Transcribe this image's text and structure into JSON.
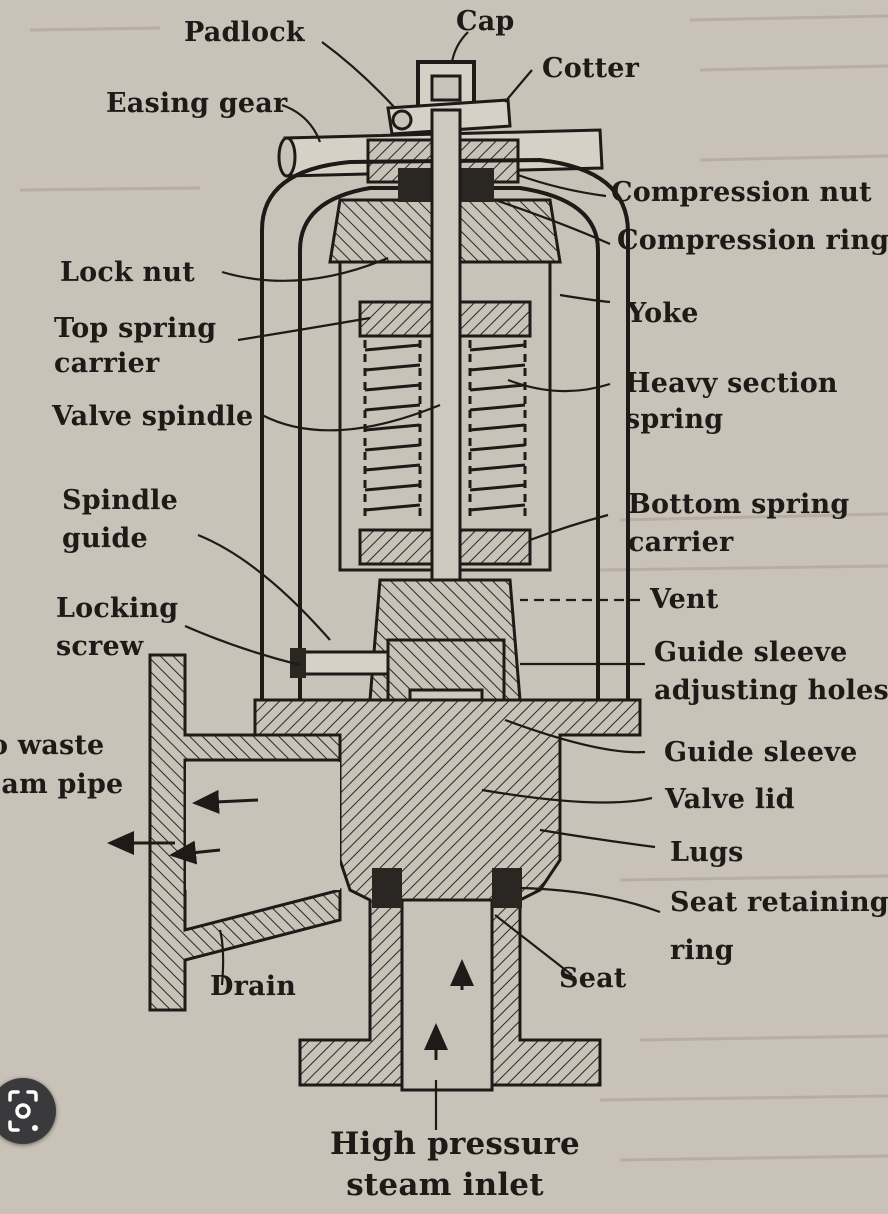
{
  "labels": {
    "padlock": "Padlock",
    "cap": "Cap",
    "cotter": "Cotter",
    "easing_gear": "Easing gear",
    "compression_nut": "Compression nut",
    "compression_rings": "Compression rings",
    "lock_nut": "Lock nut",
    "yoke": "Yoke",
    "top_spring_carrier_1": "Top spring",
    "top_spring_carrier_2": "carrier",
    "heavy_section_spring_1": "Heavy section",
    "heavy_section_spring_2": "spring",
    "valve_spindle": "Valve spindle",
    "spindle_guide_1": "Spindle",
    "spindle_guide_2": "guide",
    "bottom_spring_carrier_1": "Bottom spring",
    "bottom_spring_carrier_2": "carrier",
    "vent": "Vent",
    "locking_screw_1": "Locking",
    "locking_screw_2": "screw",
    "guide_sleeve_adjusting_1": "Guide sleeve",
    "guide_sleeve_adjusting_2": "adjusting holes",
    "waste_pipe_1": "o waste",
    "waste_pipe_2": "eam pipe",
    "guide_sleeve": "Guide sleeve",
    "valve_lid": "Valve lid",
    "lugs": "Lugs",
    "seat_retaining_1": "Seat retaining",
    "seat_retaining_2": "ring",
    "drain": "Drain",
    "seat": "Seat",
    "inlet_1": "High pressure",
    "inlet_2": "steam inlet"
  },
  "colors": {
    "paper": "#c9c2b8",
    "ink": "#1d1a17"
  },
  "overlay": {
    "icon": "lens-icon"
  }
}
